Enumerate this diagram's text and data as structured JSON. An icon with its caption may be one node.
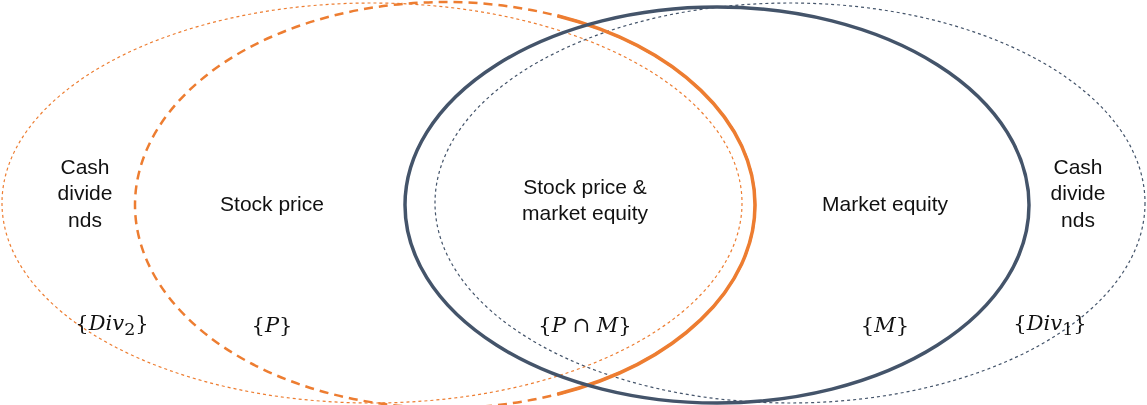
{
  "diagram": {
    "nodes": [
      {
        "text": [
          "Cash divide nds",
          "{*Div*$_{2}$}"
        ]
      },
      {
        "text": [
          "Stock price",
          "{*P*}"
        ]
      },
      {
        "text": [
          "Market equity",
          "{*M*}"
        ]
      },
      {
        "text": [
          "Cash divide nds",
          "{*Div*$_{1}$}"
        ]
      }
    ],
    "edges": [],
    "labels": [
      "Stock price & market equity",
      "{*P* ∩ *M*}"
    ]
  }
}
